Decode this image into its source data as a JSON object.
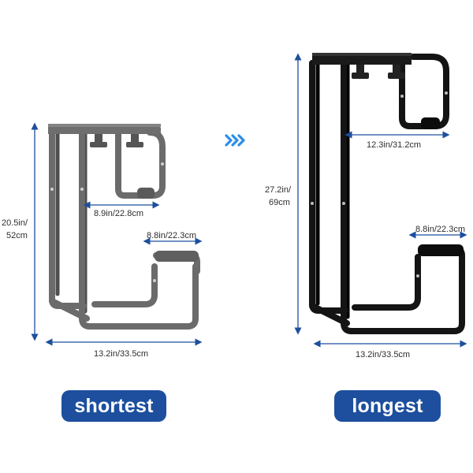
{
  "colors": {
    "dimension_line": "#1d4f9e",
    "pill_background": "#1d4f9e",
    "pill_text": "#ffffff",
    "shortest_stand": "#6b6b6b",
    "longest_stand": "#141414"
  },
  "shortest": {
    "label": "shortest",
    "height_line1": "20.5in/",
    "height_line2": "52cm",
    "inner_width": "8.9in/22.8cm",
    "shelf_width": "8.8in/22.3cm",
    "base_width": "13.2in/33.5cm"
  },
  "longest": {
    "label": "longest",
    "height_line1": "27.2in/",
    "height_line2": "69cm",
    "inner_width": "12.3in/31.2cm",
    "shelf_width": "8.8in/22.3cm",
    "base_width": "13.2in/33.5cm"
  },
  "arrow_icon": "triple-chevron-right-icon"
}
